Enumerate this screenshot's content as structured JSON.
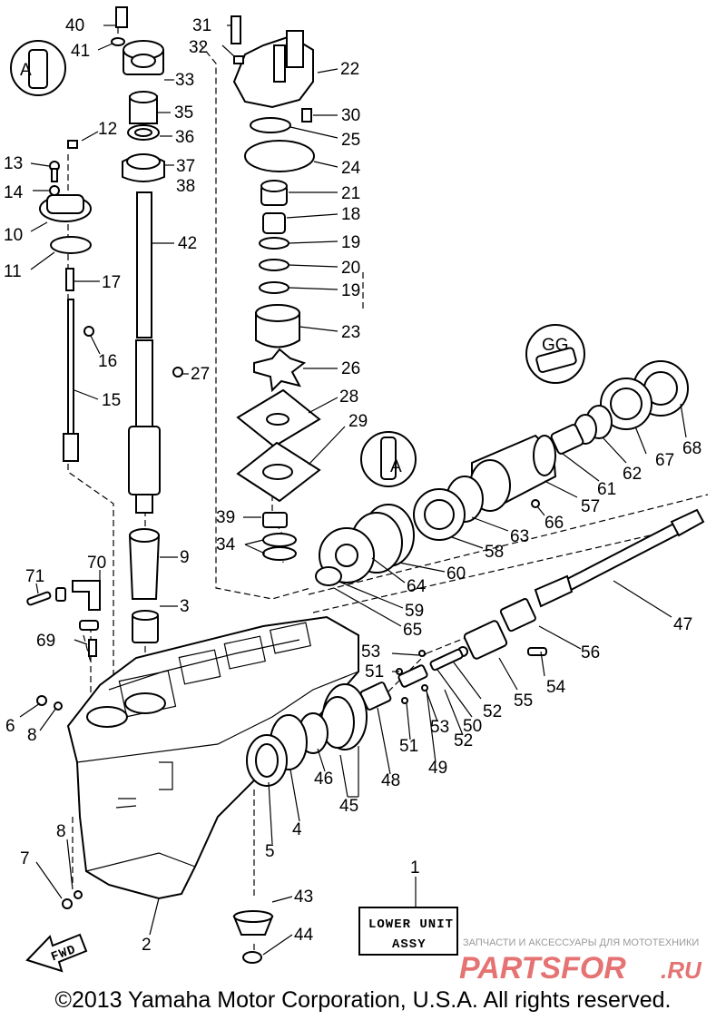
{
  "diagram": {
    "part_numbers": {
      "p40": "40",
      "p41": "41",
      "p31": "31",
      "p32": "32",
      "p33": "33",
      "p22": "22",
      "p12": "12",
      "p35": "35",
      "p30": "30",
      "p36": "36",
      "p25": "25",
      "p13": "13",
      "p37": "37",
      "p38": "38",
      "p24": "24",
      "p14": "14",
      "p21": "21",
      "p10": "10",
      "p18": "18",
      "p42": "42",
      "p19a": "19",
      "p11": "11",
      "p20": "20",
      "p17": "17",
      "p19b": "19",
      "p23": "23",
      "p16": "16",
      "p26": "26",
      "p27": "27",
      "p15": "15",
      "p28": "28",
      "p29": "29",
      "p68": "68",
      "p62": "62",
      "p67": "67",
      "p61": "61",
      "p57": "57",
      "p39": "39",
      "p66": "66",
      "p34": "34",
      "p63": "63",
      "p58": "58",
      "p9": "9",
      "p60": "60",
      "p70": "70",
      "p71": "71",
      "p64": "64",
      "p59": "59",
      "p3": "3",
      "p47": "47",
      "p65": "65",
      "p69": "69",
      "p53a": "53",
      "p56": "56",
      "p51a": "51",
      "p54": "54",
      "p55": "55",
      "p52a": "52",
      "p50": "50",
      "p6": "6",
      "p8a": "8",
      "p53b": "53",
      "p52b": "52",
      "p51b": "51",
      "p49": "49",
      "p48": "48",
      "p46": "46",
      "p45": "45",
      "p4": "4",
      "p8b": "8",
      "p5": "5",
      "p7": "7",
      "p1": "1",
      "p43": "43",
      "p2": "2",
      "p44": "44"
    },
    "lubricant_symbols": {
      "left": "A",
      "top_right": "GG",
      "middle": "A"
    },
    "fwd_arrow": "FWD",
    "assembly_box": {
      "line1": "LOWER UNIT",
      "line2": "ASSY"
    }
  },
  "watermark": {
    "tagline": "ЗАПЧАСТИ И АКСЕССУАРЫ ДЛЯ МОТОТЕХНИКИ",
    "brand": "PARTSFOR",
    "domain": ".RU"
  },
  "footer": {
    "copyright": "©2013 Yamaha Motor Corporation, U.S.A. All rights reserved."
  },
  "colors": {
    "line": "#000000",
    "background": "#ffffff",
    "watermark": "#e25b5b"
  }
}
